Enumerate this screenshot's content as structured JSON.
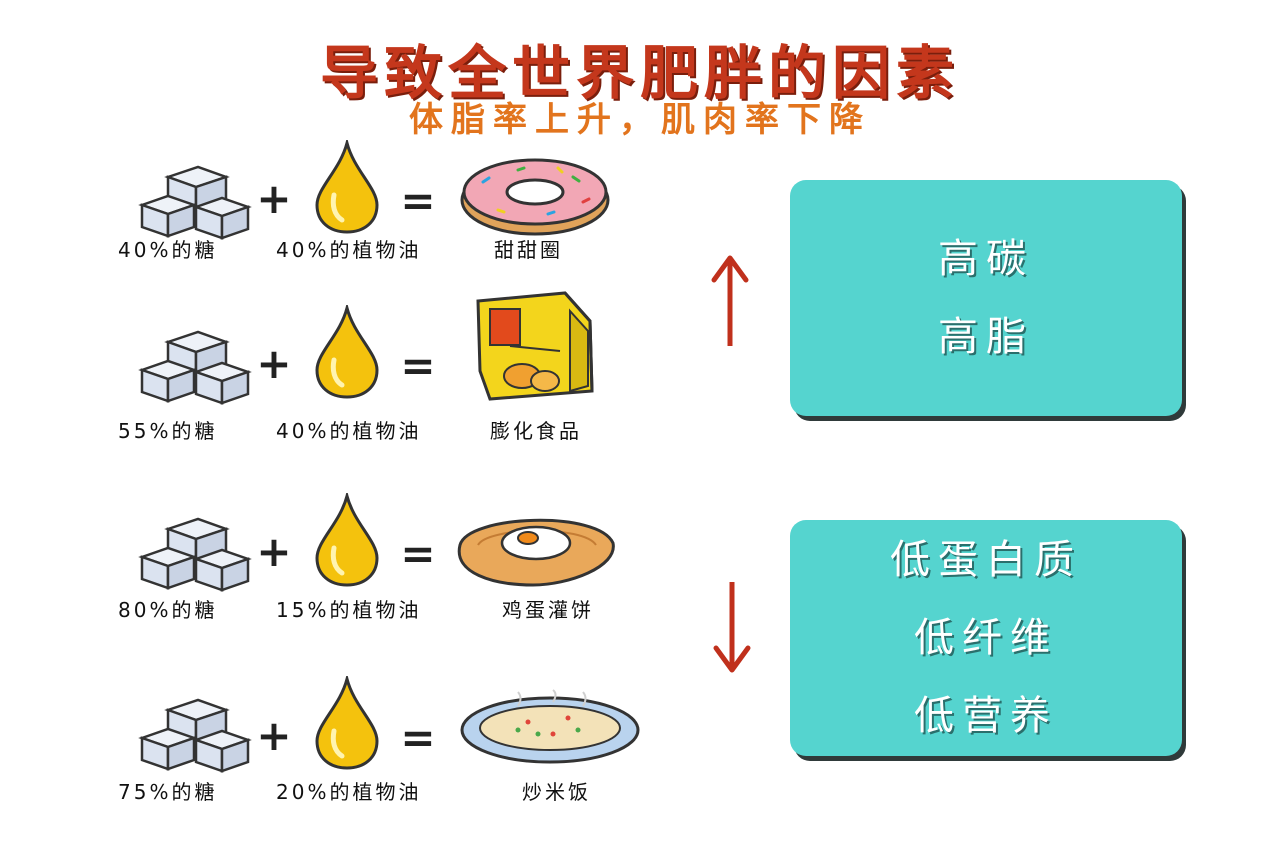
{
  "title": "导致全世界肥胖的因素",
  "subtitle": "体脂率上升，肌肉率下降",
  "operators": {
    "plus": "+",
    "equals": "="
  },
  "rows": [
    {
      "sugar": "40%的糖",
      "oil": "40%的植物油",
      "food": "甜甜圈",
      "food_icon": "donut-icon"
    },
    {
      "sugar": "55%的糖",
      "oil": "40%的植物油",
      "food": "膨化食品",
      "food_icon": "chips-bag-icon"
    },
    {
      "sugar": "80%的糖",
      "oil": "15%的植物油",
      "food": "鸡蛋灌饼",
      "food_icon": "egg-pancake-icon"
    },
    {
      "sugar": "75%的糖",
      "oil": "20%的植物油",
      "food": "炒米饭",
      "food_icon": "fried-rice-icon"
    }
  ],
  "high_box": {
    "lines": [
      "高碳",
      "高脂"
    ]
  },
  "low_box": {
    "lines": [
      "低蛋白质",
      "低纤维",
      "低营养"
    ]
  },
  "colors": {
    "title": "#c4371c",
    "subtitle": "#e2741d",
    "box": "#55d4cf",
    "arrow": "#c0301c",
    "oil": "#f4c20d"
  }
}
